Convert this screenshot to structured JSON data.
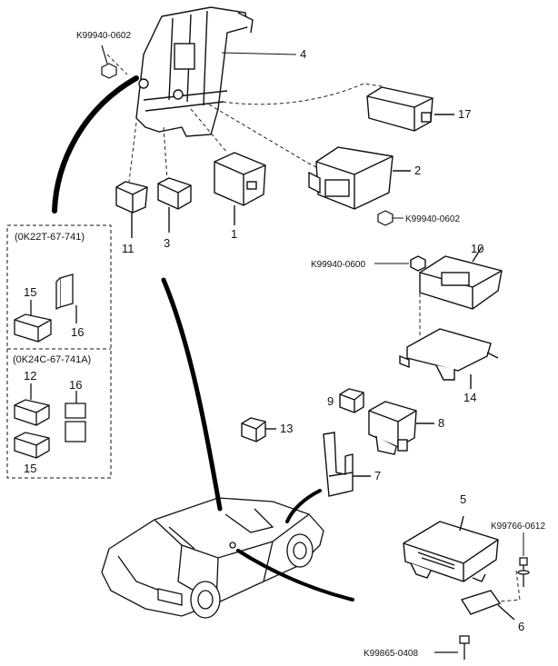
{
  "callouts": {
    "c1": "1",
    "c2": "2",
    "c3": "3",
    "c4": "4",
    "c5": "5",
    "c6": "6",
    "c7": "7",
    "c8": "8",
    "c9": "9",
    "c10": "10",
    "c11": "11",
    "c12": "12",
    "c13": "13",
    "c14": "14",
    "c15a": "15",
    "c15b": "15",
    "c16a": "16",
    "c16b": "16",
    "c17": "17"
  },
  "part_numbers": {
    "top_left": "K99940-0602",
    "mid_right": "K99940-0602",
    "airbag_nut": "K99940-0600",
    "bolt_right": "K99766-0612",
    "bolt_bottom": "K99865-0408"
  },
  "variants": {
    "box_a_title": "(0K22T-67-741)",
    "box_b_title": "(0K24C-67-741A)"
  }
}
